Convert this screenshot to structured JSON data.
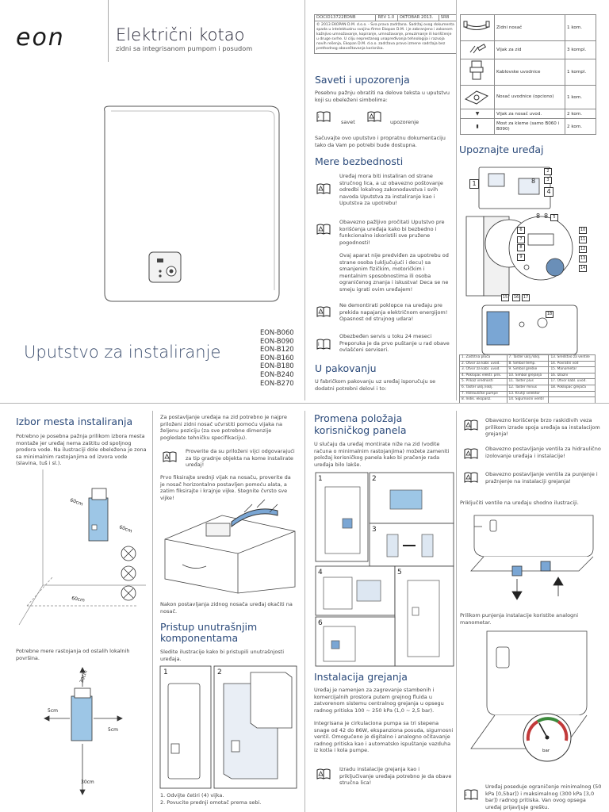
{
  "brand": "eon",
  "title": "Električni kotao",
  "subtitle": "zidni sa integrisanom pumpom i posudom",
  "manual_title": "Uputstvo za instaliranje",
  "models": [
    "EON-B060",
    "EON-B090",
    "EON-B120",
    "EON-B160",
    "EON-B180",
    "EON-B240",
    "EON-B270"
  ],
  "doc_meta": {
    "doc_id": "DOCID13722EDNB",
    "rev": "REV 1.0",
    "date": "OKTOBAR 2013.",
    "lang": "SRB"
  },
  "copyright": "© 2013 EKOPAN D.M. d.o.o. - Sva prava zadržana. Sadržaj ovog dokumenta spada u intelektualnu svojinu firme Ekopan D.M. i je zabranjeno i zakonom kažnjivo umnožavanje, kopiranje, umnožavanje, preuzimanje ili korišćenje u druge svrhe. U cilju neprestanog unapređivanja tehnologija i razvoja novih rešenja, Ekopan D.M. d.o.o. zadržava pravo izmene sadržaja bez prethodnog obaveštavanja korisnika.",
  "parts": [
    {
      "name": "Zidni nosač",
      "qty": "1 kom."
    },
    {
      "name": "Vijak za zid",
      "qty": "3 kompl."
    },
    {
      "name": "Kablovske uvodnice",
      "qty": "1 kompl."
    },
    {
      "name": "Nosač uvodnice (opciono)",
      "qty": "1 kom."
    },
    {
      "name": "Vijak za nosač uvod.",
      "qty": "2 kom."
    },
    {
      "name": "Most za kleme (samo B060 i B090)",
      "qty": "2 kom."
    }
  ],
  "saveti": {
    "heading": "Saveti i upozorenja",
    "intro": "Posebnu pažnju obratiti na delove teksta u uputstvu koji su obeleženi simbolima:",
    "savet": "savet",
    "upozorenje": "upozorenje",
    "keep": "Sačuvajte ovo uputstvo i propratnu dokumentaciju tako da Vam po potrebi bude dostupna."
  },
  "mere": {
    "heading": "Mere bezbednosti",
    "items": [
      "Uređaj mora biti instaliran od strane stručnog lica, a uz obavezno poštovanje odredbi lokalnog zakonodavstva i svih navoda Uputstva za instaliranje kao i Uputstva za upotrebu!",
      "Obavezno pažljivo pročitati Uputstvo pre korišćenja uređaja kako bi bezbedno i funkcionalno iskoristili sve pružene pogodnosti!",
      "Ovaj aparat nije predviđen za upotrebu od strane osoba (uključujući i decu) sa smanjenim fizičkim, motoričkim i mentalnim sposobnostima ili osoba ograničenog znanja i iskustva! Deca se ne smeju igrati ovim uređajem!",
      "Ne demontirati poklopce na uređaju pre prekida napajanja električnom energijom! Opasnost od strujnog udara!",
      "Obezbeđen servis u toku 24 meseci Preporuka je da prvo puštanje u rad obave ovlašćeni serviseri."
    ]
  },
  "pakovanje": {
    "heading": "U pakovanju",
    "text": "U fabričkom pakovanju uz uređaj isporučuju se dodatni potrebni delovi i to:"
  },
  "upoznajte": {
    "heading": "Upoznajte uređaj",
    "legend": [
      [
        "1. Zaštitna ploča",
        "7. Taster uklj./isklj.",
        "13. Sredstvo za ventile"
      ],
      [
        "2. Otvor za kabl. uvod.",
        "8. Simbol temp.",
        "14. Povratni vod"
      ],
      [
        "3. Otvor za kabl. uvod.",
        "9. Simbol greške",
        "15. Manometar"
      ],
      [
        "4. Poklopac elektr. prik.",
        "10. Simbol grejanja",
        "16. Izlazni"
      ],
      [
        "5. Prikaz vrednosti",
        "11. Taster plus",
        "17. Otvor kabl. uvod."
      ],
      [
        "6. Taster uklj./isklj.",
        "12. Taster minus",
        "18. Poklopac grejača"
      ],
      [
        "7. Hidrauličke pumpe",
        "13. Krutiji selektor",
        ""
      ],
      [
        "8. Indik. ekspanz.",
        "14. Sigurnosni ventil",
        ""
      ]
    ]
  },
  "izbor": {
    "heading": "Izbor mesta instaliranja",
    "text": "Potrebno je posebna pažnja prilikom izbora mesta montaže jer uređaj nema zaštitu od spoljnog prodora vode. Na ilustraciji dole obeležena je zona sa minimalnim rastojanjima od izvora vode (slavina, tuš i sl.).",
    "dims": [
      "60cm",
      "60cm",
      "60cm"
    ],
    "caption": "Potrebne mere rastojanja od ostalih lokalnih površina.",
    "dims2": [
      "30cm",
      "5cm",
      "5cm",
      "30cm"
    ]
  },
  "col2": {
    "text1": "Za postavljanje uređaja na zid potrebno je najpre priloženi zidni nosač učvrstiti pomoću vijaka na željenu poziciju (za sve potrebne dimenzije pogledate tehničku specifikaciju).",
    "warn1": "Proverite da su priloženi vijci odgovarajući za tip gradnje objekta na kome instalirate uređaj!",
    "text2": "Prvo fiksirajte srednji vijak na nosaču, proverite da je nosač horizontalno postavljen pomoću alata, a zatim fiksirajte i krajnje vijke. Stegnite čvrsto sve vijke!",
    "caption": "Nakon postavljanja zidnog nosača uređaj okačiti na nosač.",
    "pristup_heading": "Pristup unutrašnjim komponentama",
    "pristup_text": "Sledite ilustracije kako bi pristupili unutrašnjosti uređaja.",
    "steps": [
      "1. Odvijte četiri (4) vijka.",
      "2. Povucite prednji omotač prema sebi."
    ]
  },
  "col3": {
    "promena_heading": "Promena položaja korisničkog panela",
    "promena_text": "U slučaju da uređaj montirate niže na zid (vodite računa o minimalnim rastojanjima) možete zameniti položaj korisničkog panela kako bi pračenje rada uređaja bilo lakše.",
    "instalacija_heading": "Instalacija grejanja",
    "inst_text1": "Uređaj je namenjen za zagrevanje stambenih i komercijalnih prostora putem grejnog fluida u zatvorenom sistemu centralnog grejanja u opsegu radnog pritiska 100 ~ 250 kPa (1,0 ~ 2,5 bar).",
    "inst_text2": "Integrisana je cirkulaciona pumpa sa tri stepena snage od 42 do 86W, ekspanziona posuda, sigurnosni ventil. Omogućeno je digitalno i analogno očitavanje radnog pritiska kao i automatsko ispuštanje vazduha iz kotla i kola pumpe.",
    "inst_warn": "Izradu instalacije grejanja kao i priključivanje uređaja potrebno je da obave stručna lica!",
    "steps": [
      "1",
      "2",
      "3",
      "4",
      "5",
      "6"
    ]
  },
  "col4": {
    "w1": "Obavezno korišćenje brzo raskidivih veza prilikom izrade spoja uređaja sa instalacijom grejanja!",
    "w2": "Obavezno postavljanje ventila za hidraulično izolovanje uređaja i instalacije!",
    "w3": "Obavezno postavljanje ventila za punjenje i pražnjenje na instalaciji grejanja!",
    "text1": "Priključiti ventile na uređaju shodno ilustraciji.",
    "text2": "Prilikom punjenja instalacije koristite analogni manometar.",
    "w4": "Uređaj poseduje ograničenje minimalnog (50 kPa [0,5bar]) i maksimalnog (300 kPa [3,0 bar]) radnog pritiska. Van ovog opsega uređaj prijavljuje grešku.",
    "gauge_unit": "bar"
  }
}
